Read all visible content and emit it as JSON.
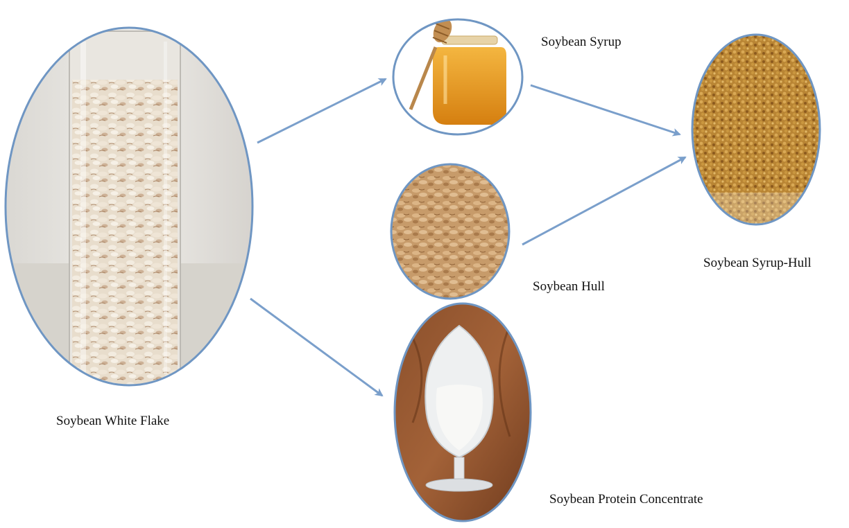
{
  "diagram": {
    "nodes": [
      {
        "id": "white-flake",
        "label": "Soybean White Flake",
        "image": "jar of soybean white flakes"
      },
      {
        "id": "syrup",
        "label": "Soybean Syrup",
        "image": "honey-colored syrup jar with dipper"
      },
      {
        "id": "hull",
        "label": "Soybean Hull",
        "image": "pile of tan soybean hull flakes"
      },
      {
        "id": "syrup-hull",
        "label": "Soybean Syrup-Hull",
        "image": "pile of golden granular syrup-hull"
      },
      {
        "id": "protein",
        "label": "Soybean Protein Concentrate",
        "image": "glass flask with white powder"
      }
    ],
    "edges": [
      {
        "from": "white-flake",
        "to": "syrup"
      },
      {
        "from": "white-flake",
        "to": "protein"
      },
      {
        "from": "syrup",
        "to": "syrup-hull"
      },
      {
        "from": "hull",
        "to": "syrup-hull"
      }
    ],
    "colors": {
      "border": "#6f96c3",
      "arrow": "#7a9fcb"
    }
  }
}
